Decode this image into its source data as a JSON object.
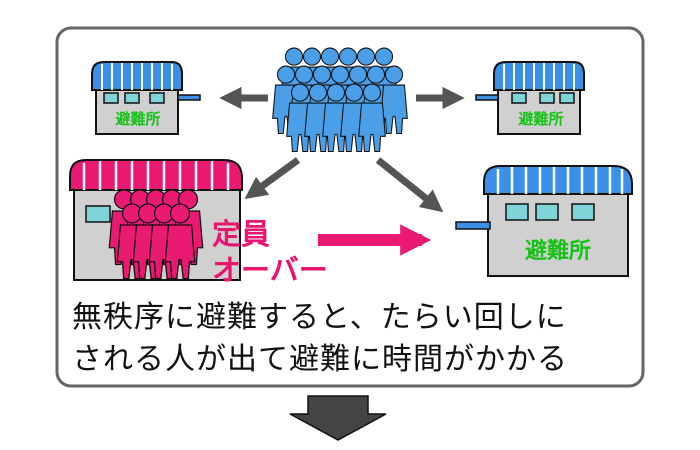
{
  "shelter_label": "避難所",
  "overcapacity_label_line1": "定員",
  "overcapacity_label_line2": "オーバー",
  "caption_line1": "無秩序に避難すると、たらい回しに",
  "caption_line2": "される人が出て避難に時間がかかる",
  "colors": {
    "frame": "#666666",
    "people_blue": "#4a9fe8",
    "people_pink": "#ea1a72",
    "roof_blue": "#3b8fe6",
    "roof_pink": "#ea1a72",
    "building_gray": "#d0d0d0",
    "label_green": "#16c216",
    "arrow_gray": "#555555",
    "arrow_pink": "#ea1a72"
  },
  "icons": [
    "crowd-icon",
    "shelter-icon",
    "arrow-icon",
    "down-arrow-icon"
  ]
}
